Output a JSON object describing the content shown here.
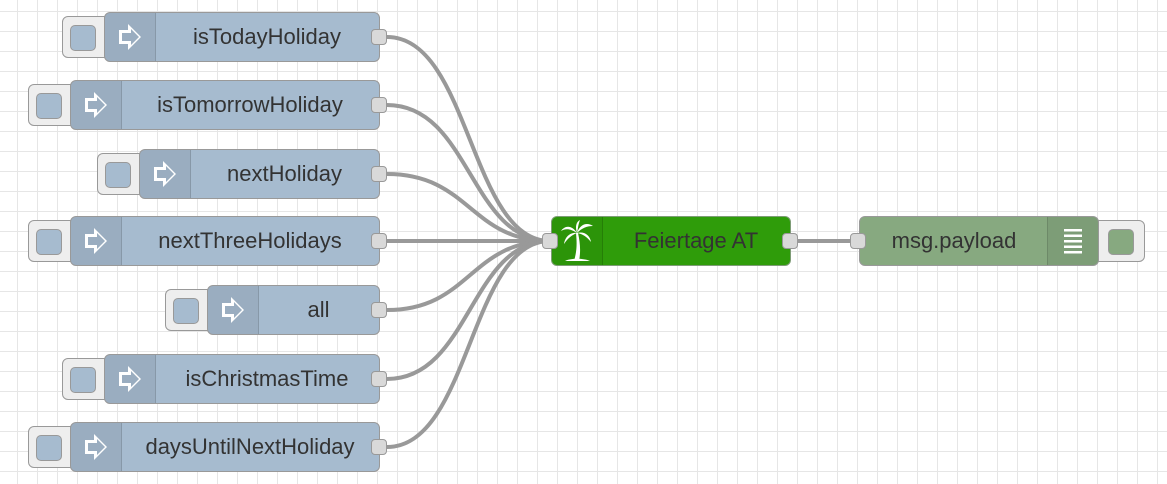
{
  "canvas": {
    "grid": true
  },
  "inject_nodes": [
    {
      "label": "isTodayHoliday",
      "icon": "arrow-in-icon"
    },
    {
      "label": "isTomorrowHoliday",
      "icon": "arrow-in-icon"
    },
    {
      "label": "nextHoliday",
      "icon": "arrow-in-icon"
    },
    {
      "label": "nextThreeHolidays",
      "icon": "arrow-in-icon"
    },
    {
      "label": "all",
      "icon": "arrow-in-icon"
    },
    {
      "label": "isChristmasTime",
      "icon": "arrow-in-icon"
    },
    {
      "label": "daysUntilNextHoliday",
      "icon": "arrow-in-icon"
    }
  ],
  "holiday_node": {
    "label": "Feiertage AT",
    "icon": "palm-tree-icon"
  },
  "debug_node": {
    "label": "msg.payload",
    "icon": "debug-list-icon"
  },
  "colors": {
    "inject": "#a6bbcf",
    "holiday": "#2f9c0a",
    "debug": "#87a980",
    "wire": "#999999"
  }
}
